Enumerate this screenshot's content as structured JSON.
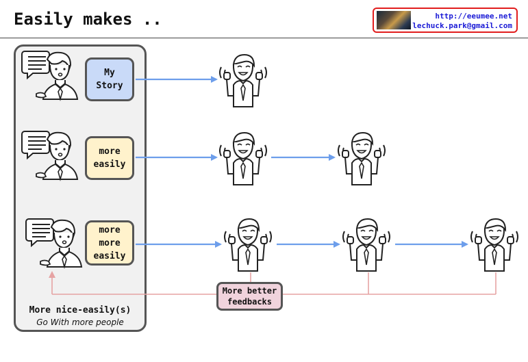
{
  "header": {
    "title": "Easily makes ..",
    "badge_url": "http://eeumee.net",
    "badge_email": "lechuck.park@gmail.com"
  },
  "panel": {
    "caption_main": "More nice-easily(s)",
    "caption_sub": "Go With more people"
  },
  "rows": [
    {
      "message": "My\nStory",
      "color": "#c9daf8"
    },
    {
      "message": "more\neasily",
      "color": "#fff2cc"
    },
    {
      "message": "more\nmore\neasily",
      "color": "#fff2cc"
    }
  ],
  "feedback_label": "More better\nfeedbacks",
  "colors": {
    "arrow_blue": "#6d9eeb",
    "feedback_line": "#e6a3a3",
    "feedback_box": "#f0d3dc"
  }
}
